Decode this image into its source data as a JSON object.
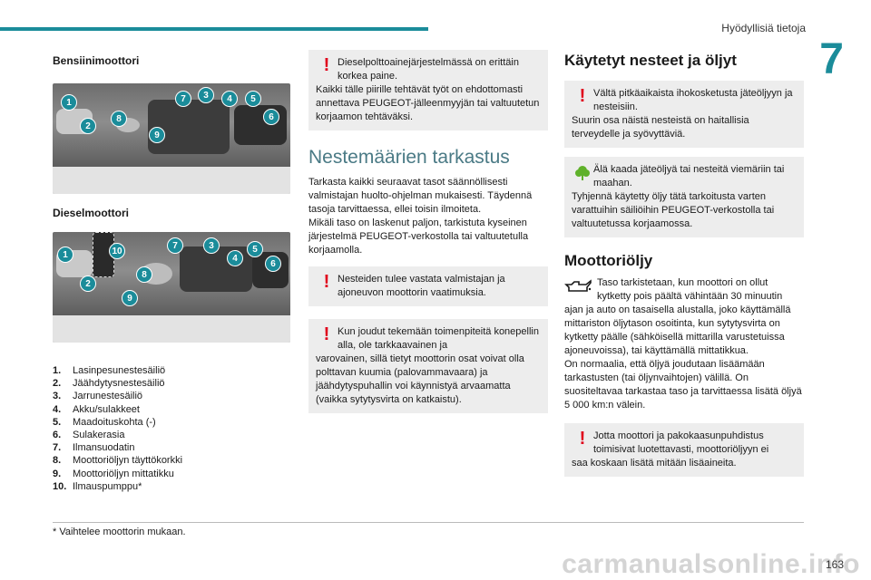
{
  "header": {
    "section_title": "Hyödyllisiä tietoja",
    "chapter_number": "7",
    "accent_color": "#1b8c9a"
  },
  "col1": {
    "petrol_heading": "Bensiinimoottori",
    "diesel_heading": "Dieselmoottori",
    "petrol_badges": [
      "1",
      "2",
      "7",
      "3",
      "4",
      "5",
      "6",
      "8",
      "9"
    ],
    "diesel_badges": [
      "1",
      "10",
      "7",
      "3",
      "4",
      "5",
      "6",
      "2",
      "8",
      "9"
    ],
    "legend": [
      {
        "num": "1.",
        "label": "Lasinpesunestesäiliö"
      },
      {
        "num": "2.",
        "label": "Jäähdytysnestesäiliö"
      },
      {
        "num": "3.",
        "label": "Jarrunestesäiliö"
      },
      {
        "num": "4.",
        "label": "Akku/sulakkeet"
      },
      {
        "num": "5.",
        "label": "Maadoituskohta (-)"
      },
      {
        "num": "6.",
        "label": "Sulakerasia"
      },
      {
        "num": "7.",
        "label": "Ilmansuodatin"
      },
      {
        "num": "8.",
        "label": "Moottoriöljyn täyttökorkki"
      },
      {
        "num": "9.",
        "label": "Moottoriöljyn mittatikku"
      },
      {
        "num": "10.",
        "label": "Ilmauspumppu*"
      }
    ]
  },
  "col2": {
    "warn_diesel": {
      "first": "Dieselpolttoainejärjestelmässä on erittäin korkea paine.",
      "rest": "Kaikki tälle piirille tehtävät työt on ehdottomasti annettava PEUGEOT-jälleenmyyjän tai valtuutetun korjaamon tehtäväksi."
    },
    "heading": "Nestemäärien tarkastus",
    "paragraph": "Tarkasta kaikki seuraavat tasot säännöllisesti valmistajan huolto-ohjelman mukaisesti. Täydennä tasoja tarvittaessa, ellei toisin ilmoiteta.\nMikäli taso on laskenut paljon, tarkistuta kyseinen järjestelmä PEUGEOT-verkostolla tai valtuutetulla korjaamolla.",
    "warn_levels": {
      "first": "Nesteiden tulee vastata valmistajan ja ajoneuvon moottorin vaatimuksia.",
      "rest": ""
    },
    "warn_hot": {
      "first": "Kun joudut tekemään toimenpiteitä konepellin alla, ole tarkkaavainen ja",
      "rest": "varovainen, sillä tietyt moottorin osat voivat olla polttavan kuumia (palovammavaara) ja jäähdytyspuhallin voi käynnistyä arvaamatta (vaikka sytytysvirta on katkaistu)."
    }
  },
  "col3": {
    "heading": "Käytetyt nesteet ja öljyt",
    "warn_skin": {
      "first": "Vältä pitkäaikaista ihokosketusta jäteöljyyn ja nesteisiin.",
      "rest": "Suurin osa näistä nesteistä on haitallisia terveydelle ja syövyttäviä."
    },
    "env_note": {
      "first": "Älä kaada jäteöljyä tai nesteitä viemäriin tai maahan.",
      "rest": "Tyhjennä käytetty öljy tätä tarkoitusta varten varattuihin säiliöihin PEUGEOT-verkostolla tai valtuutetussa korjaamossa."
    },
    "oil_heading": "Moottoriöljy",
    "oil_first": "Taso tarkistetaan, kun moottori on ollut kytketty pois päältä vähintään 30 minuutin",
    "oil_rest": "ajan ja auto on tasaisella alustalla, joko käyttämällä mittariston öljytason osoitinta, kun sytytysvirta on kytketty päälle (sähköisellä mittarilla varustetuissa ajoneuvoissa), tai käyttämällä mittatikkua.\nOn normaalia, että öljyä joudutaan lisäämään tarkastusten (tai öljynvaihtojen) välillä. On suositeltavaa tarkastaa taso ja tarvittaessa lisätä öljyä 5 000 km:n välein.",
    "warn_additive": {
      "first": "Jotta moottori ja pakokaasunpuhdistus toimisivat luotettavasti, moottoriöljyyn ei",
      "rest": "saa koskaan lisätä mitään lisäaineita."
    }
  },
  "footer": {
    "footnote": "* Vaihtelee moottorin mukaan.",
    "page_number": "163",
    "watermark": "carmanualsonline.info"
  }
}
